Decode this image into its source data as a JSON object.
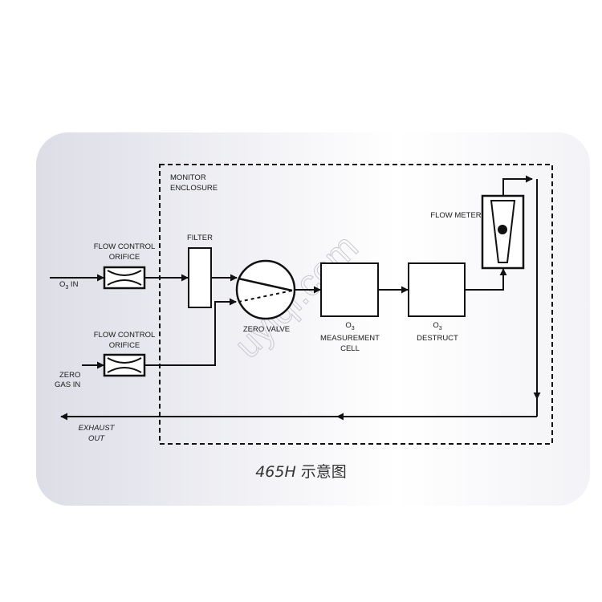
{
  "labels": {
    "monitor_l1": "MONITOR",
    "monitor_l2": "ENCLOSURE",
    "o3_in_sym": "O",
    "o3_in_sub": "3",
    "o3_in_suffix": " IN",
    "zero_gas_l1": "ZERO",
    "zero_gas_l2": "GAS IN",
    "orifice1_l1": "FLOW CONTROL",
    "orifice1_l2": "ORIFICE",
    "orifice2_l1": "FLOW CONTROL",
    "orifice2_l2": "ORIFICE",
    "filter": "FILTER",
    "zero_valve": "ZERO VALVE",
    "meas_sym": "O",
    "meas_sub": "3",
    "meas_l2": "MEASUREMENT",
    "meas_l3": "CELL",
    "destruct_sym": "O",
    "destruct_sub": "3",
    "destruct_l2": "DESTRUCT",
    "flow_meter": "FLOW METER",
    "exhaust_l1": "EXHAUST",
    "exhaust_l2": "OUT"
  },
  "watermark": "uyiqi.com",
  "caption": {
    "model": "465H",
    "text": " 示意图"
  },
  "colors": {
    "ink": "#111111",
    "card": "#e8e9ef",
    "watermark": "#c8c8d0"
  }
}
